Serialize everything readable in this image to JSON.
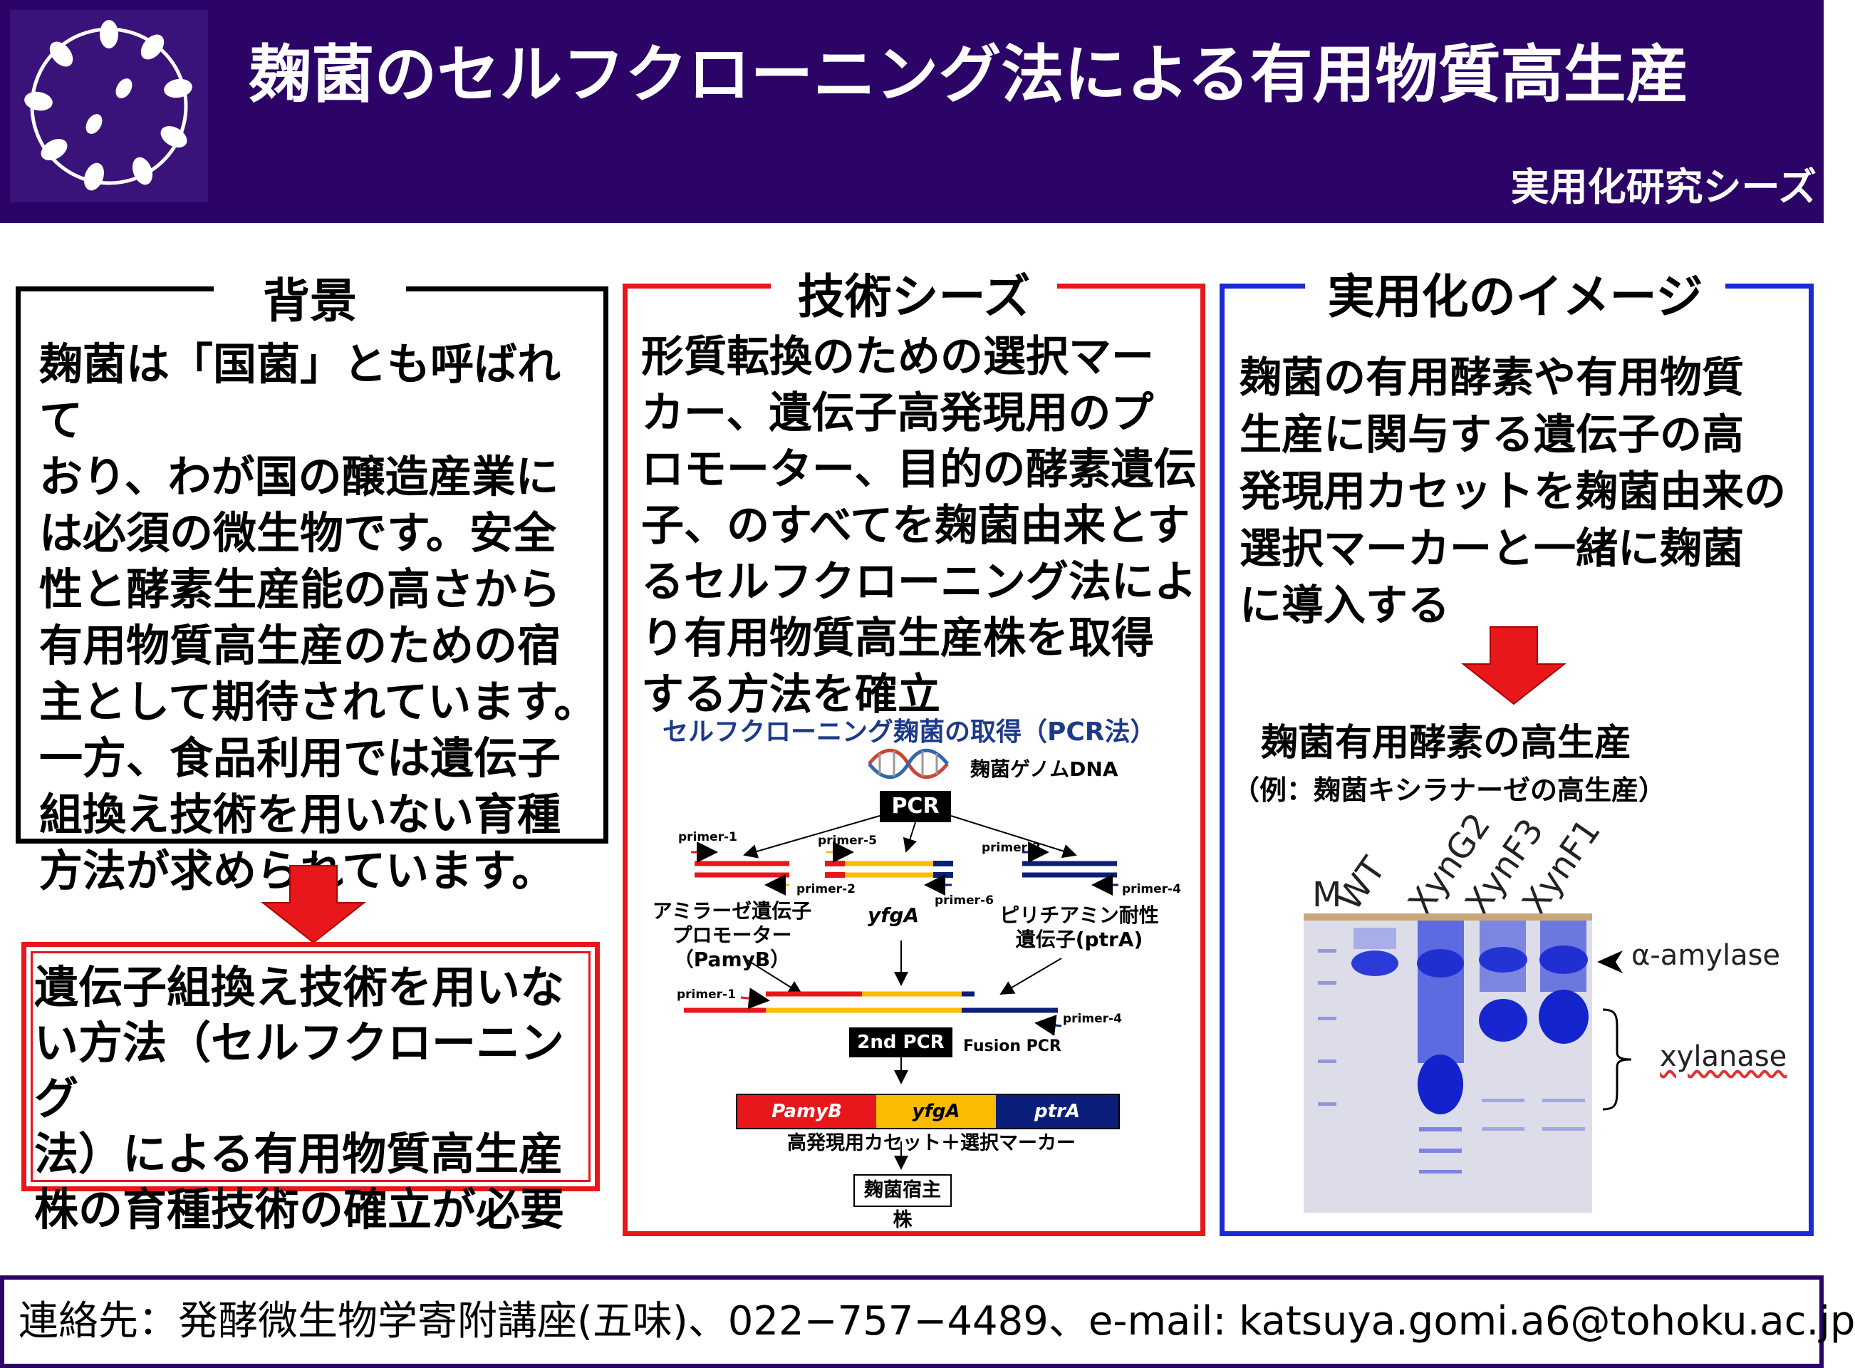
{
  "header": {
    "title": "麹菌のセルフクローニング法による有用物質高生産",
    "subtitle": "実用化研究シーズ"
  },
  "background": {
    "title": "背景",
    "lines": [
      "麹菌は「国菌」とも呼ばれて",
      "おり、わが国の醸造産業に",
      "は必須の微生物です。安全",
      "性と酵素生産能の高さから",
      "有用物質高生産のための宿",
      "主として期待されています。",
      "一方、食品利用では遺伝子",
      "組換え技術を用いない育種",
      "方法が求められています。"
    ],
    "need_lines": [
      "遺伝子組換え技術を用いな",
      "い方法（セルフクローニング",
      "法）による有用物質高生産",
      "株の育種技術の確立が必要"
    ]
  },
  "seeds": {
    "title": "技術シーズ",
    "lines": [
      "形質転換のための選択マー",
      "カー、遺伝子高発現用のプ",
      "ロモーター、目的の酵素遺伝",
      "子、のすべてを麹菌由来とす",
      "るセルフクローニング法によ",
      "り有用物質高生産株を取得",
      "する方法を確立"
    ],
    "diagram": {
      "title": "セルフクローニング麹菌の取得（PCR法）",
      "genome": "麹菌ゲノムDNA",
      "pcr": "PCR",
      "primers": [
        "primer-1",
        "primer-2",
        "primer-5",
        "primer-6",
        "primer-3",
        "primer-4",
        "primer-1",
        "primer-4"
      ],
      "gene1_lines": [
        "アミラーゼ遺伝子",
        "プロモーター",
        "（PamyB）"
      ],
      "gene2": "yfgA",
      "gene3_lines": [
        "ピリチアミン耐性",
        "遺伝子(ptrA)"
      ],
      "pcr2": "2nd PCR",
      "fusion": "Fusion PCR",
      "cassette": [
        "PamyB",
        "yfgA",
        "ptrA"
      ],
      "cassette_label": "高発現用カセット＋選択マーカー",
      "host": "麹菌宿主株",
      "colors": {
        "red": "#e8171b",
        "yellow": "#fbbb00",
        "navy": "#0b1f7a"
      }
    }
  },
  "application": {
    "title": "実用化のイメージ",
    "lines": [
      "麹菌の有用酵素や有用物質",
      "生産に関与する遺伝子の高",
      "発現用カセットを麹菌由来の",
      "選択マーカーと一緒に麹菌",
      "に導入する"
    ],
    "result_title": "麹菌有用酵素の高生産",
    "result_example": "（例：麹菌キシラナーゼの高生産）",
    "lanes": [
      "M",
      "WT",
      "XynG2",
      "XynF3",
      "XynF1"
    ],
    "band1": "α-amylase",
    "band2": "xylanase"
  },
  "footer": {
    "text": "連絡先：発酵微生物学寄附講座(五味)、022−757−4489、e-mail: katsuya.gomi.a6@tohoku.ac.jp"
  },
  "colors": {
    "header": "#2c0467",
    "red": "#e8171b",
    "blue": "#1a2bd6"
  }
}
